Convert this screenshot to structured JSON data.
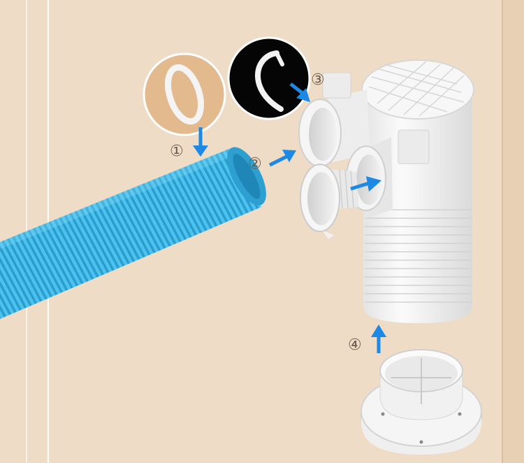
{
  "steps": [
    {
      "number": "①",
      "part": "sealing-ring"
    },
    {
      "number": "②",
      "part": "flexible-duct"
    },
    {
      "number": "③",
      "part": "clip-ring"
    },
    {
      "number": "④",
      "part": "wall-flange"
    }
  ],
  "colors": {
    "background": "#efdcc6",
    "wall_panel": "#e9d2b8",
    "duct_blue": "#3ab2e3",
    "arrow_blue": "#1e88e5",
    "part_white": "#f4f4f4",
    "label_brown": "#6d5a4c"
  }
}
